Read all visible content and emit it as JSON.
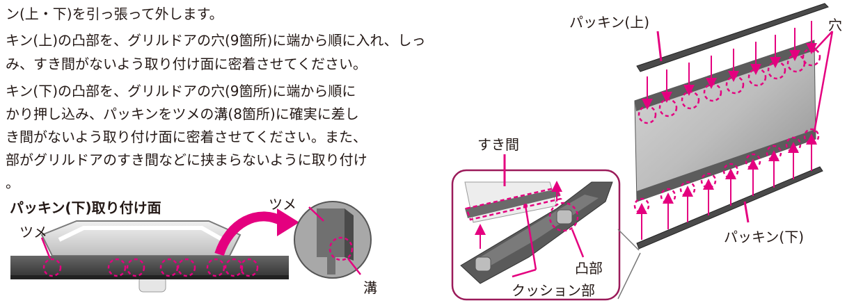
{
  "instructions": {
    "lines": [
      "ン(上・下)を引っ張って外します。",
      "キン(上)の凸部を、グリルドアの穴(9箇所)に端から順に入れ、しっ",
      "み、すき間がないよう取り付け面に密着させてください。",
      "キン(下)の凸部を、グリルドアの穴(9箇所)に端から順に",
      "かり押し込み、パッキンをツメの溝(8箇所)に確実に差し",
      "き間がないよう取り付け面に密着させてください。また、",
      "部がグリルドアのすき間などに挟まらないように取り付け",
      "。"
    ]
  },
  "left_figure": {
    "title": "パッキン(下)取り付け面",
    "label_tsume_left": "ツメ",
    "label_tsume_zoom": "ツメ",
    "label_mizo": "溝"
  },
  "middle_figure": {
    "label_sukima": "すき間",
    "label_totsubu": "凸部",
    "label_cushion": "クッション部"
  },
  "right_figure": {
    "label_packing_top": "パッキン(上)",
    "label_packing_bottom": "パッキン(下)",
    "label_ana": "穴"
  },
  "colors": {
    "accent": "#e4007f",
    "text": "#231815"
  }
}
